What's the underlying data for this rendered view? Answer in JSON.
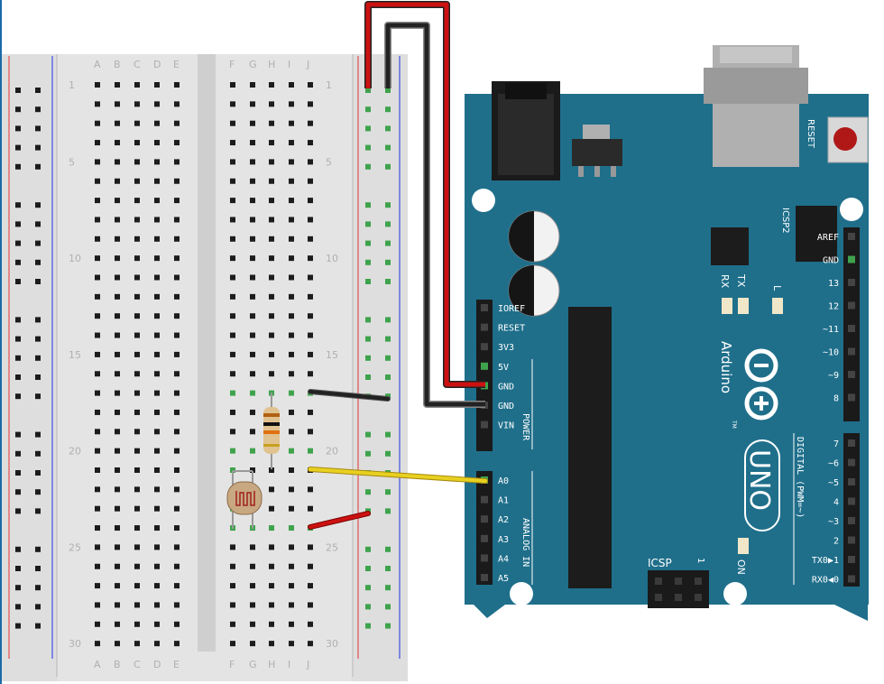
{
  "breadboard": {
    "columns_left": [
      "A",
      "B",
      "C",
      "D",
      "E"
    ],
    "columns_right": [
      "F",
      "G",
      "H",
      "I",
      "J"
    ],
    "row_labels": [
      "1",
      "5",
      "10",
      "15",
      "20",
      "25",
      "30"
    ]
  },
  "arduino": {
    "brand": "Arduino",
    "trademark": "TM",
    "model": "UNO",
    "reset_label": "RESET",
    "icsp2_label": "ICSP2",
    "icsp_label": "ICSP",
    "icsp_pin1": "1",
    "rx_label": "RX",
    "tx_label": "TX",
    "l_label": "L",
    "on_label": "ON",
    "power_header_label": "POWER",
    "analog_header_label": "ANALOG IN",
    "digital_header_label": "DIGITAL (PWM=~)",
    "power_pins": [
      "IOREF",
      "RESET",
      "3V3",
      "5V",
      "GND",
      "GND",
      "VIN"
    ],
    "analog_pins": [
      "A0",
      "A1",
      "A2",
      "A3",
      "A4",
      "A5"
    ],
    "digital_high_pins": [
      "AREF",
      "GND",
      "13",
      "12",
      "~11",
      "~10",
      "~9",
      "8"
    ],
    "digital_low_pins": [
      "7",
      "~6",
      "~5",
      "4",
      "~3",
      "2",
      "TX0▶1",
      "RX0◀0"
    ]
  },
  "colors": {
    "board": "#1f6f8b",
    "wire_red": "#cc1111",
    "wire_black": "#222222",
    "wire_yellow": "#e8d020",
    "connected_hole": "#3fa34d"
  }
}
